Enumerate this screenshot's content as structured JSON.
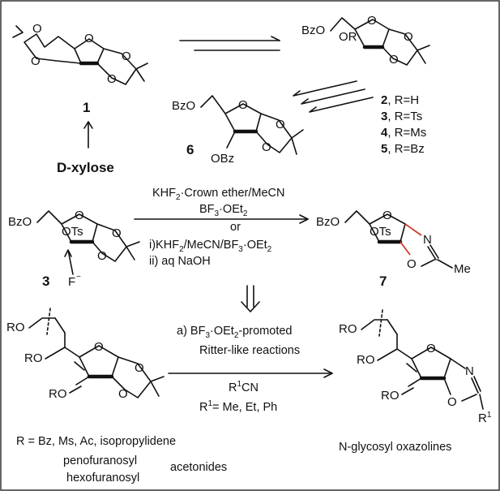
{
  "compounds": {
    "c1": "1",
    "c6": "6",
    "c3": "3",
    "c7": "7",
    "r2": ", R=H",
    "r3": ", R=Ts",
    "r4": ", R=Ms",
    "r5": ", R=Bz",
    "n2": "2",
    "n3": "3",
    "n4": "4",
    "n5": "5",
    "dxylose": "D-xylose"
  },
  "groups": {
    "bzo": "BzO",
    "or": "OR",
    "obz": "OBz",
    "ots": "OTs",
    "o": "O",
    "n": "N",
    "me": "Me",
    "ro": "RO",
    "f": "F",
    "fminus": "−",
    "r1": "R",
    "r1sup": "1"
  },
  "conditions1": {
    "l1a": "KHF",
    "l1b": "2",
    "l1c": "·Crown ether/MeCN",
    "l2a": "BF",
    "l2b": "3",
    "l2c": "·OEt",
    "l2d": "2",
    "l3": "or",
    "l4a": "i)KHF",
    "l4b": "2",
    "l4c": "/MeCN/BF",
    "l4d": "3",
    "l4e": "·OEt",
    "l4f": "2",
    "l5": "ii) aq NaOH"
  },
  "conditions2": {
    "l1a": "a) BF",
    "l1b": "3",
    "l1c": "·OEt",
    "l1d": "2",
    "l1e": "-promoted",
    "l2": "Ritter-like reactions",
    "l3a": "R",
    "l3b": "1",
    "l3c": "CN",
    "l4a": "R",
    "l4b": "1",
    "l4c": "= Me, Et, Ph"
  },
  "footer": {
    "rdef": "R = Bz, Ms, Ac, isopropylidene",
    "penofuranosyl": "penofuranosyl",
    "hexofuranosyl": "hexofuranosyl",
    "acetonides": "acetonides",
    "oxazolines": "N-glycosyl  oxazolines"
  }
}
